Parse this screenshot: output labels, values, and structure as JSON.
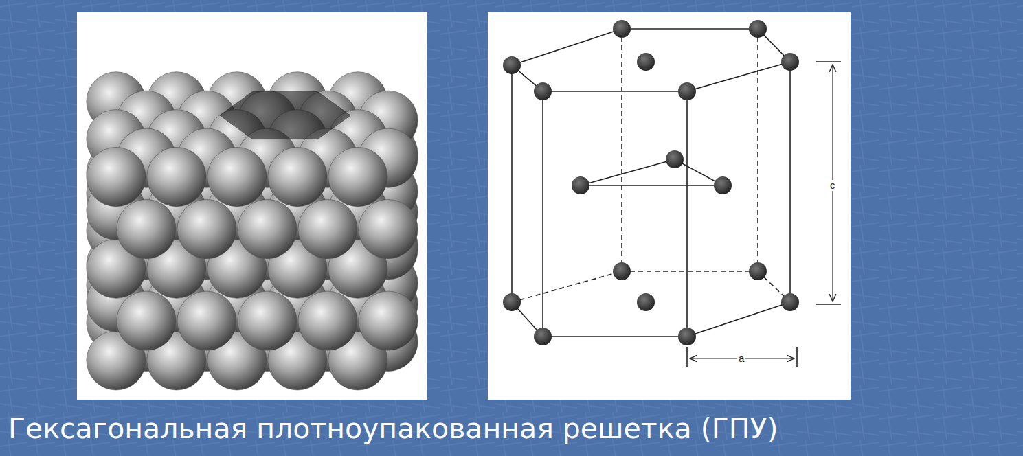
{
  "diagram": {
    "caption": "Гексагональная плотноупакованная решетка (ГПУ)",
    "labels": [
      "c",
      "a"
    ]
  }
}
